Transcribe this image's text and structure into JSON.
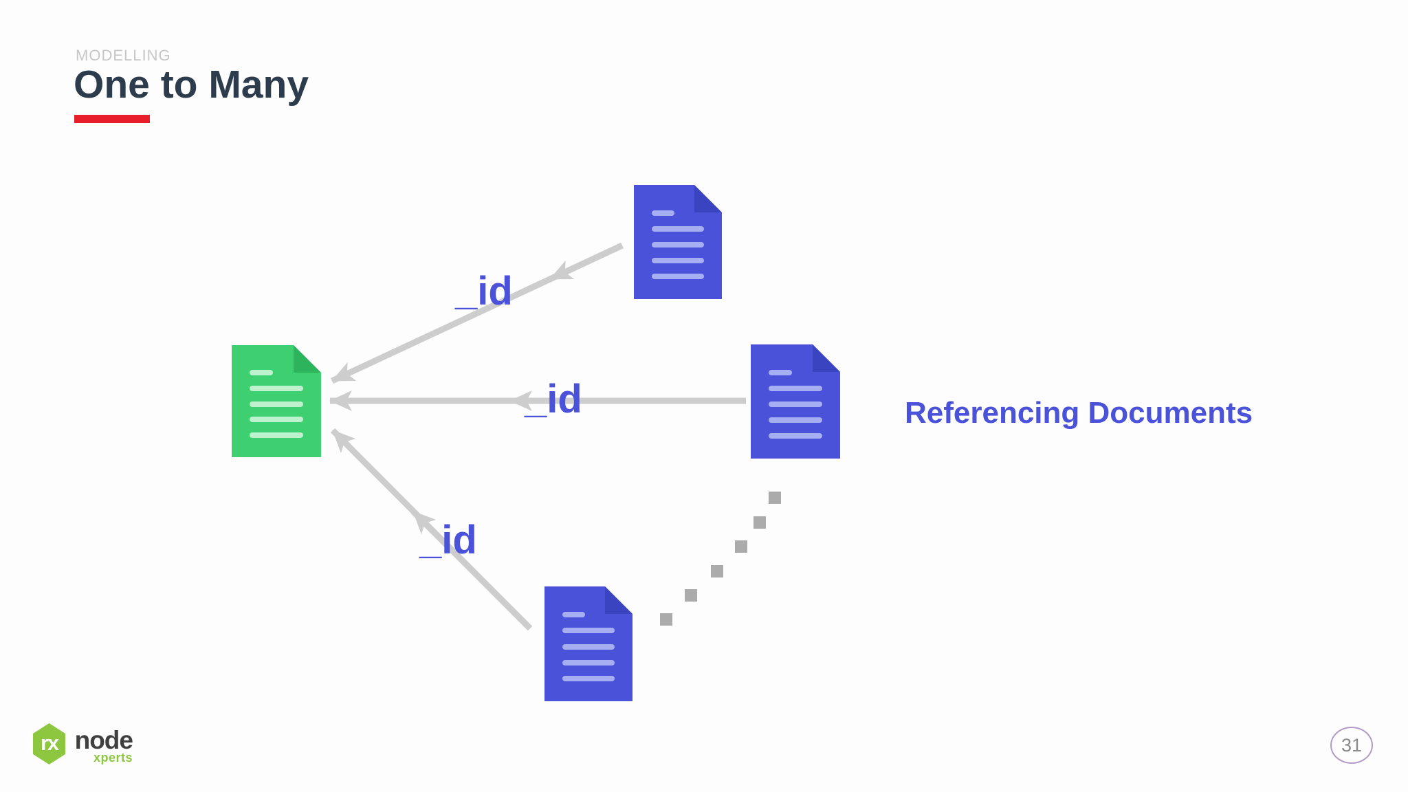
{
  "slide": {
    "kicker": "MODELLING",
    "title": "One to Many",
    "page_number": "31"
  },
  "diagram": {
    "referencing_label": "Referencing Documents",
    "documents": [
      {
        "role": "referenced-parent",
        "color": "green"
      },
      {
        "role": "referencing-child-top",
        "color": "blue"
      },
      {
        "role": "referencing-child-middle",
        "color": "blue"
      },
      {
        "role": "referencing-child-bottom",
        "color": "blue"
      }
    ],
    "arrows": [
      {
        "from": "child-top",
        "to": "parent",
        "label": "_id"
      },
      {
        "from": "child-middle",
        "to": "parent",
        "label": "_id"
      },
      {
        "from": "child-bottom",
        "to": "parent",
        "label": "_id"
      }
    ]
  },
  "logo": {
    "symbol": "rx",
    "name": "node",
    "suffix": "xperts"
  },
  "colors": {
    "accent_red": "#e81e2b",
    "title_dark": "#2d3c4d",
    "kicker_gray": "#c7c7c7",
    "label_blue": "#4a52d9",
    "doc_blue": "#4a52d9",
    "doc_blue_fold": "#3a43c0",
    "doc_blue_line": "#a6aff2",
    "doc_green": "#3ecf70",
    "doc_green_fold": "#2db35c",
    "doc_green_line": "#bef2cf",
    "arrow_gray": "#cdcdcd",
    "dot_gray": "#ababab",
    "logo_green": "#8dc63f",
    "logo_dark": "#3f3f3f",
    "page_circle_border": "#b29bc7",
    "page_number_gray": "#8a8a8a"
  }
}
